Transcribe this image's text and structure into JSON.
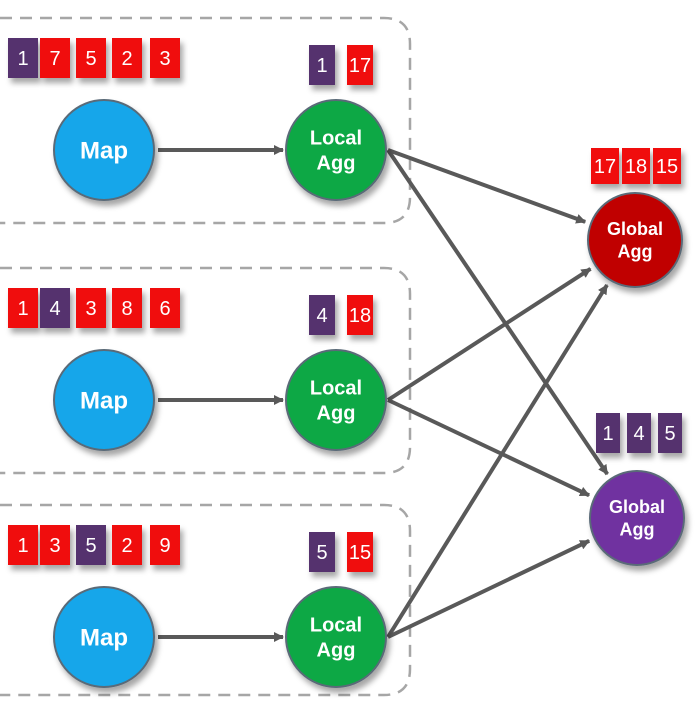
{
  "colors": {
    "red": "#f00a0a",
    "purple": "#54306e",
    "map_fill": "#12a6ea",
    "local_fill": "#11a844",
    "global_red": "#c00000",
    "global_purple": "#7030a0",
    "edge": "#595959",
    "group_border": "#a6a6a6"
  },
  "groups": [
    {
      "input": [
        {
          "text": "1",
          "color": "purple"
        },
        {
          "text": "7",
          "color": "red"
        },
        {
          "text": "5",
          "color": "red"
        },
        {
          "text": "2",
          "color": "red"
        },
        {
          "text": "3",
          "color": "red"
        }
      ],
      "map": {
        "label": "Map"
      },
      "local": {
        "label": [
          "Local",
          "Agg"
        ]
      },
      "partial": [
        {
          "text": "1",
          "color": "purple"
        },
        {
          "text": "17",
          "color": "red"
        }
      ]
    },
    {
      "input": [
        {
          "text": "1",
          "color": "red"
        },
        {
          "text": "4",
          "color": "purple"
        },
        {
          "text": "3",
          "color": "red"
        },
        {
          "text": "8",
          "color": "red"
        },
        {
          "text": "6",
          "color": "red"
        }
      ],
      "map": {
        "label": "Map"
      },
      "local": {
        "label": [
          "Local",
          "Agg"
        ]
      },
      "partial": [
        {
          "text": "4",
          "color": "purple"
        },
        {
          "text": "18",
          "color": "red"
        }
      ]
    },
    {
      "input": [
        {
          "text": "1",
          "color": "red"
        },
        {
          "text": "3",
          "color": "red"
        },
        {
          "text": "5",
          "color": "purple"
        },
        {
          "text": "2",
          "color": "red"
        },
        {
          "text": "9",
          "color": "red"
        }
      ],
      "map": {
        "label": "Map"
      },
      "local": {
        "label": [
          "Local",
          "Agg"
        ]
      },
      "partial": [
        {
          "text": "5",
          "color": "purple"
        },
        {
          "text": "15",
          "color": "red"
        }
      ]
    }
  ],
  "globals": [
    {
      "label": [
        "Global",
        "Agg"
      ],
      "fill": "global_red",
      "result": [
        {
          "text": "17",
          "color": "red"
        },
        {
          "text": "18",
          "color": "red"
        },
        {
          "text": "15",
          "color": "red"
        }
      ]
    },
    {
      "label": [
        "Global",
        "Agg"
      ],
      "fill": "global_purple",
      "result": [
        {
          "text": "1",
          "color": "purple"
        },
        {
          "text": "4",
          "color": "purple"
        },
        {
          "text": "5",
          "color": "purple"
        }
      ]
    }
  ]
}
